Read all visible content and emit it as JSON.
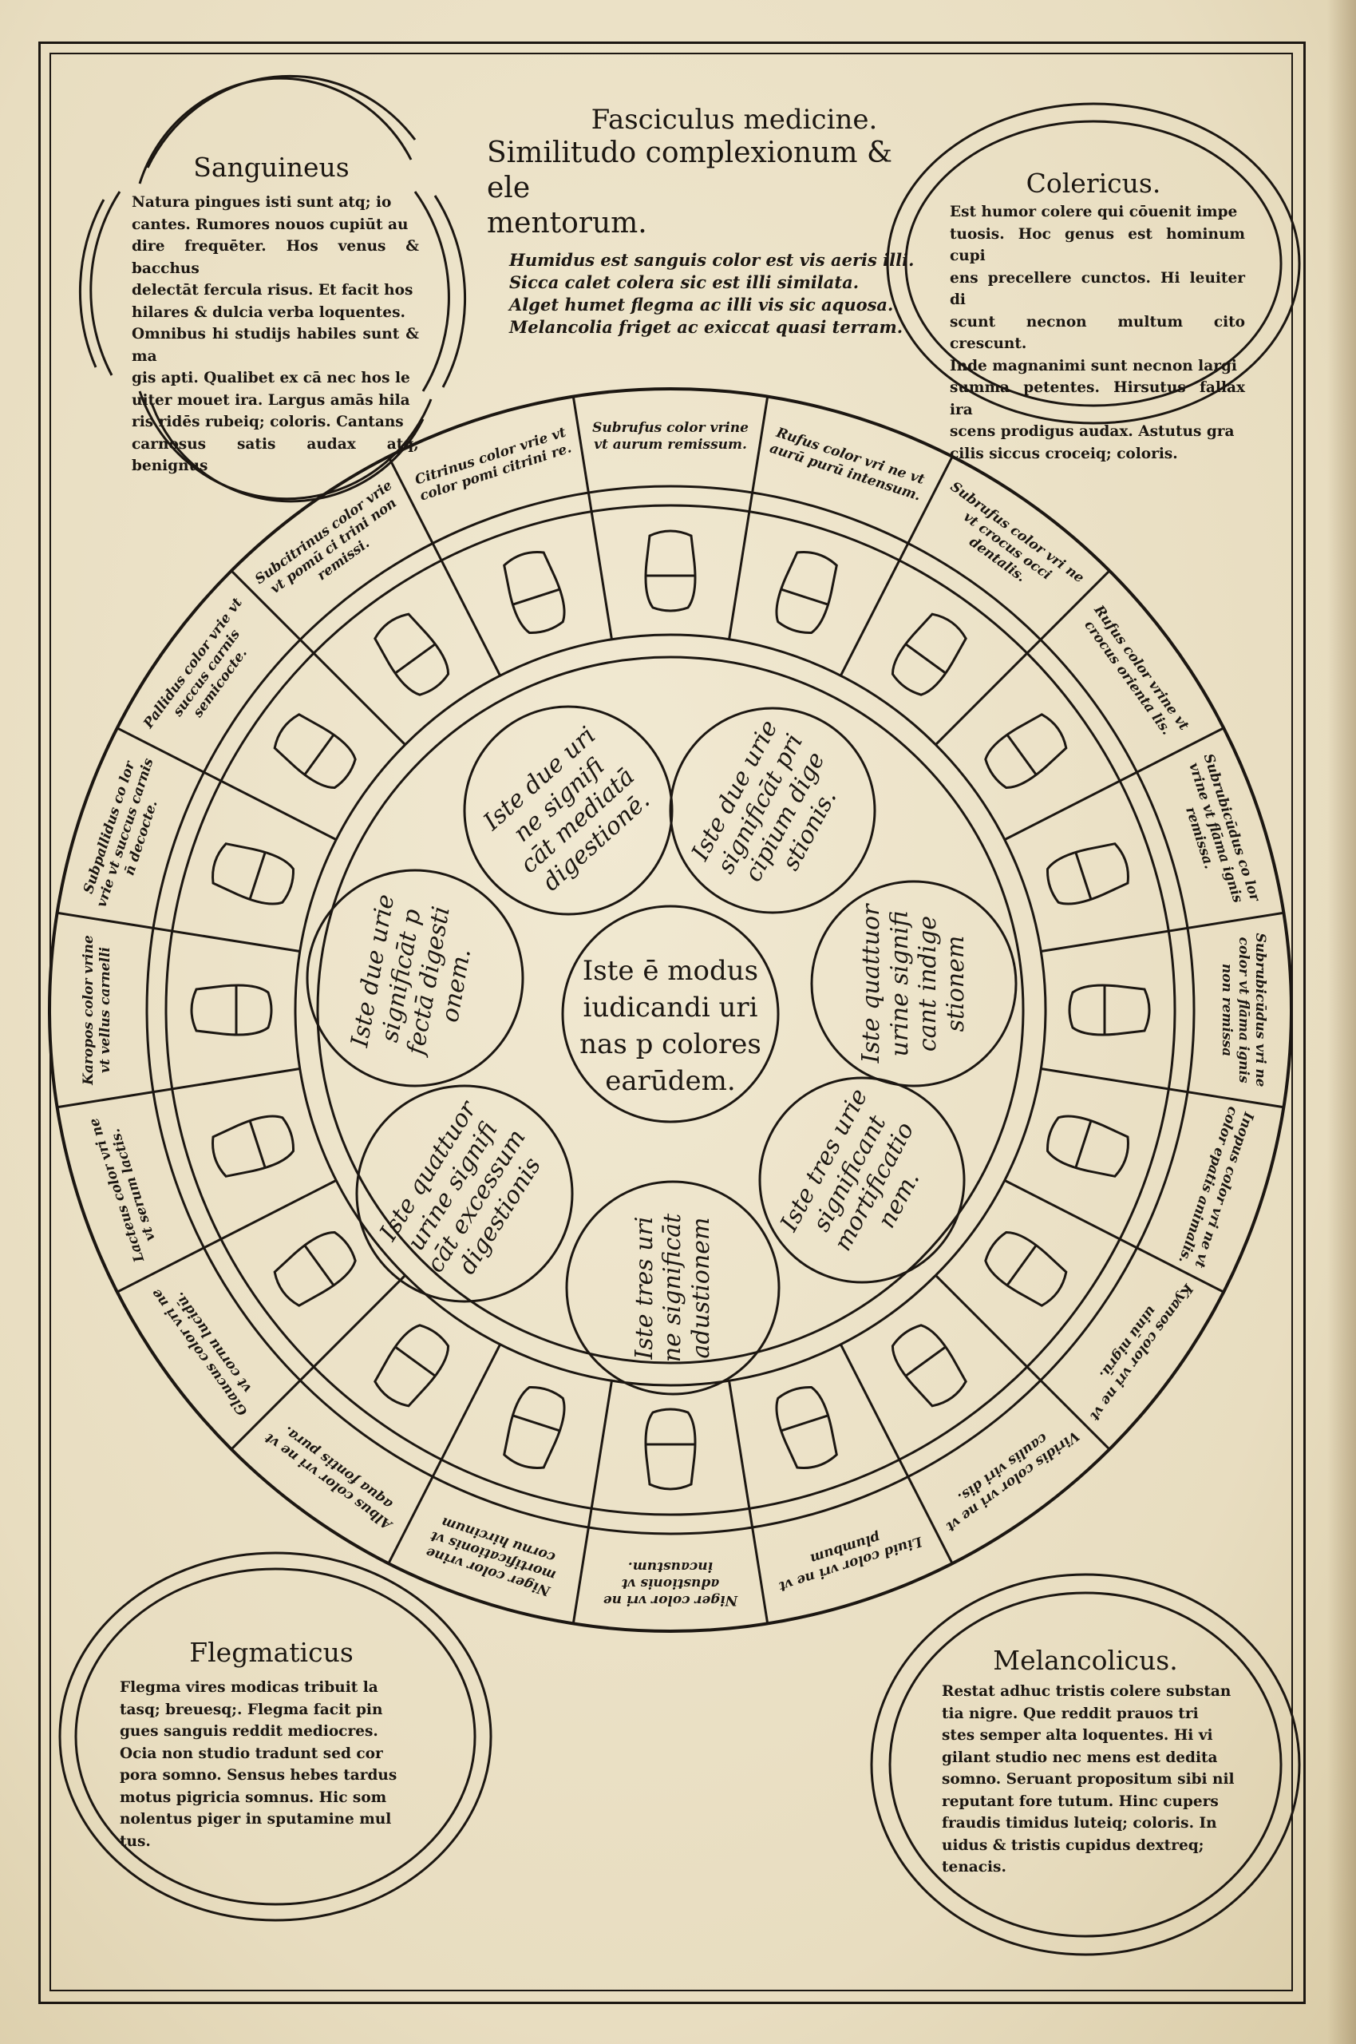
{
  "title": {
    "line1": "Fasciculus medicine.",
    "line2": "Similitudo complexionum & ele",
    "line3": "mentorum.",
    "verses": [
      "Humidus est sanguis color est vis aeris illi.",
      "Sicca calet colera sic est illi similata.",
      "Alget humet flegma ac illi vis sic aquosa.",
      "Melancolia friget ac exiccat quasi terram."
    ]
  },
  "temperaments": {
    "sanguineus": {
      "title": "Sanguineus",
      "lines": [
        "Natura pingues isti sunt atq; io",
        "cantes. Rumores nouos cupiūt au",
        "dire frequēter. Hos venus & bacchus",
        "delectāt fercula risus. Et facit hos",
        "hilares & dulcia verba loquentes.",
        "Omnibus hi studijs habiles sunt & ma",
        "gis apti. Qualibet ex cā nec hos le",
        "uiter mouet ira. Largus amās hila",
        "ris ridēs rubeiq; coloris. Cantans",
        "carnosus satis audax atq; benignus"
      ]
    },
    "colericus": {
      "title": "Colericus.",
      "lines": [
        "Est humor colere qui cōuenit impe",
        "tuosis. Hoc genus est hominum cupi",
        "ens precellere cunctos. Hi leuiter di",
        "scunt necnon multum cito crescunt.",
        "Inde magnanimi sunt necnon largi",
        "summa petentes. Hirsutus fallax ira",
        "scens prodigus audax. Astutus gra",
        "cilis siccus croceiq; coloris."
      ]
    },
    "flegmaticus": {
      "title": "Flegmaticus",
      "lines": [
        "Flegma vires modicas tribuit la",
        "tasq; breuesq;. Flegma facit pin",
        "gues sanguis reddit mediocres.",
        "Ocia non studio tradunt sed cor",
        "pora somno. Sensus hebes tardus",
        "motus pigricia somnus. Hic som",
        "nolentus piger in sputamine mul",
        "tus."
      ]
    },
    "melancolicus": {
      "title": "Melancolicus.",
      "lines": [
        "Restat adhuc tristis colere substan",
        "tia nigre. Que reddit prauos tri",
        "stes semper alta loquentes. Hi vi",
        "gilant studio nec mens est dedita",
        "somno. Seruant propositum sibi nil",
        "reputant fore tutum. Hinc cupers",
        "fraudis timidus luteiq; coloris. In",
        "uidus & tristis cupidus dextreq;",
        "tenacis."
      ]
    }
  },
  "center": {
    "text": [
      "Iste ē modus",
      "iudicandi uri",
      "nas p colores",
      "earūdem."
    ]
  },
  "groups": [
    {
      "id": "top-left",
      "text": [
        "Iste due uri",
        "ne signifi",
        "cāt mediatā",
        "digestionē."
      ]
    },
    {
      "id": "top-right",
      "text": [
        "Iste due urie",
        "significāt pri",
        "cipium dige",
        "stionis."
      ]
    },
    {
      "id": "right",
      "text": [
        "Iste quattuor",
        "urine signifi",
        "cant indige",
        "stionem"
      ]
    },
    {
      "id": "bottom-right",
      "text": [
        "Iste tres urie",
        "significant",
        "mortificatio",
        "nem."
      ]
    },
    {
      "id": "bottom",
      "text": [
        "Iste tres uri",
        "ne significāt",
        "adustionem"
      ]
    },
    {
      "id": "bottom-left",
      "text": [
        "Iste quattuor",
        "urine signifi",
        "cāt excessum",
        "digestionis"
      ]
    },
    {
      "id": "left",
      "text": [
        "Iste due urie",
        "significāt p",
        "fectā digesti",
        "onem."
      ]
    }
  ],
  "urine_colors": [
    "Subrufus color vrine vt aurum remissum.",
    "Rufus color vri ne vt aurū purū intensum.",
    "Subrufus color vri ne vt crocus occi dentalis.",
    "Rufus color vrine vt crocus orienta lis.",
    "Subrubicūdus co lor vrine vt flāma ignis remissa.",
    "Subrubicūdus vri ne color vt flāma ignis non remissa",
    "Inopus color vri ne vt color epatis animalis.",
    "Kyanos color vri ne vt uinū nigrū.",
    "Viridis color vri ne vt caulis viri dis.",
    "Liuid color vri ne vt plumbum",
    "Niger color vri ne adustionis vt incaustum.",
    "Niger color vrine mortificationis vt cornu hircinum",
    "Albus color vri ne vt aqua fontis pura.",
    "Glaucus color vri ne vt cornu lucidū.",
    "Lacteus color vri ne vt serum lactis.",
    "Karopos color vrine vt vellus carnelli",
    "Subpallidus co lor vrie vt succus carnis n̄ decocte.",
    "Pallidus color vrie vt succus carnis semicocte.",
    "Subcitrinus color vrie vt pomū ci trini non remissi.",
    "Citrinus color vrie vt color pomi citrini re."
  ]
}
